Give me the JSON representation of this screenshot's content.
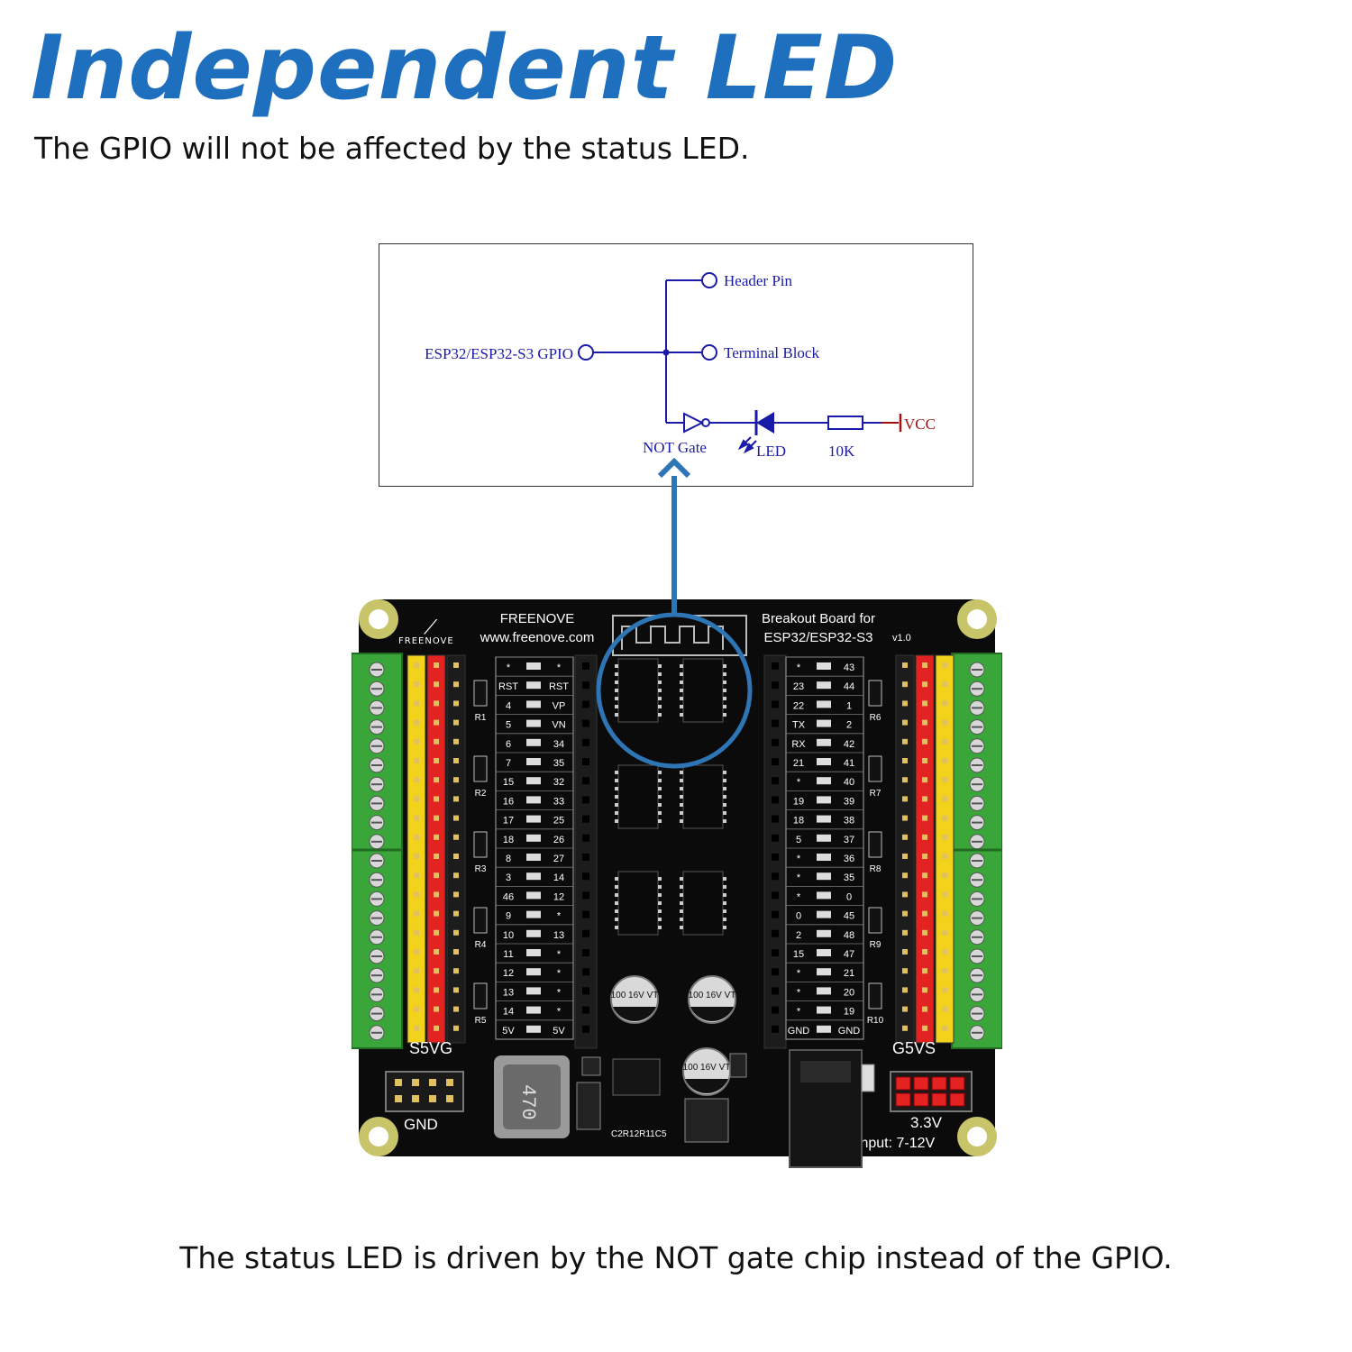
{
  "title": "Independent LED",
  "subtitle": "The GPIO will not be affected by the status LED.",
  "caption": "The status LED is driven by the NOT gate chip instead of the GPIO.",
  "schematic": {
    "header_pin": "Header Pin",
    "terminal_block": "Terminal Block",
    "gpio": "ESP32/ESP32-S3 GPIO",
    "not_gate": "NOT Gate",
    "led": "LED",
    "resistor": "10K",
    "vcc": "VCC"
  },
  "board": {
    "brand": "FREENOVE",
    "brand_small": "FREENOVE",
    "url": "www.freenove.com",
    "name_line1": "Breakout Board for",
    "name_line2": "ESP32/ESP32-S3",
    "version": "v1.0",
    "left_header_label": "S5VG",
    "right_header_label": "G5VS",
    "gnd_label": "GND",
    "v33_label": "3.3V",
    "input_label": "Input: 7-12V",
    "inductor_label": "470",
    "cap_label": "100 16V VT",
    "smd_label": "C2R12R11C5",
    "left_pins": [
      [
        "*",
        "*"
      ],
      [
        "RST",
        "RST"
      ],
      [
        "4",
        "VP"
      ],
      [
        "5",
        "VN"
      ],
      [
        "6",
        "34"
      ],
      [
        "7",
        "35"
      ],
      [
        "15",
        "32"
      ],
      [
        "16",
        "33"
      ],
      [
        "17",
        "25"
      ],
      [
        "18",
        "26"
      ],
      [
        "8",
        "27"
      ],
      [
        "3",
        "14"
      ],
      [
        "46",
        "12"
      ],
      [
        "9",
        "*"
      ],
      [
        "10",
        "13"
      ],
      [
        "11",
        "*"
      ],
      [
        "12",
        "*"
      ],
      [
        "13",
        "*"
      ],
      [
        "14",
        "*"
      ],
      [
        "5V",
        "5V"
      ]
    ],
    "right_pins": [
      [
        "*",
        "43"
      ],
      [
        "23",
        "44"
      ],
      [
        "22",
        "1"
      ],
      [
        "TX",
        "2"
      ],
      [
        "RX",
        "42"
      ],
      [
        "21",
        "41"
      ],
      [
        "*",
        "40"
      ],
      [
        "19",
        "39"
      ],
      [
        "18",
        "38"
      ],
      [
        "5",
        "37"
      ],
      [
        "*",
        "36"
      ],
      [
        "*",
        "35"
      ],
      [
        "*",
        "0"
      ],
      [
        "0",
        "45"
      ],
      [
        "2",
        "48"
      ],
      [
        "15",
        "47"
      ],
      [
        "*",
        "21"
      ],
      [
        "*",
        "20"
      ],
      [
        "*",
        "19"
      ],
      [
        "GND",
        "GND"
      ]
    ],
    "left_resistors": [
      "R1",
      "R2",
      "R3",
      "R4",
      "R5"
    ],
    "right_resistors": [
      "R6",
      "R7",
      "R8",
      "R9",
      "R10"
    ]
  },
  "colors": {
    "title": "#1f6fbf",
    "arrow": "#2e75b6",
    "schematic": "#1a1aa8",
    "vcc": "#a01010",
    "board": "#0b0b0b"
  }
}
